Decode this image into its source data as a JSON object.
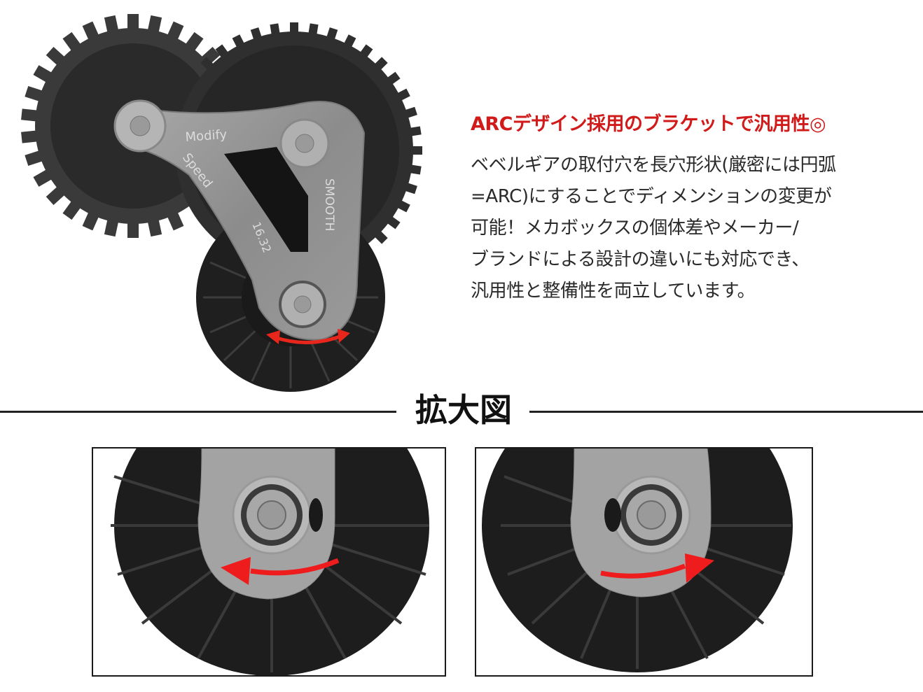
{
  "product_photo": {
    "alt": "Gear set with ARC bracket",
    "bracket_engravings": [
      "Modify",
      "Speed",
      "16.32",
      "SMOOTH"
    ],
    "arrow_icon": "double-headed-arc-arrow",
    "accent_color": "#e8261c"
  },
  "feature": {
    "heading": "ARCデザイン採用のブラケットで汎用性◎",
    "heading_color": "#d11a1a",
    "body_lines": [
      "ベベルギアの取付穴を長穴形状(厳密には円弧",
      "=ARC)にすることでディメンションの変更が",
      "可能！メカボックスの個体差やメーカー/",
      "ブランドによる設計の違いにも対応でき、",
      "汎用性と整備性を両立しています。"
    ]
  },
  "divider": {
    "title": "拡大図"
  },
  "zoom_panels": [
    {
      "position": "left",
      "arrow_direction": "left",
      "arrow_icon": "arc-arrow-left"
    },
    {
      "position": "right",
      "arrow_direction": "right",
      "arrow_icon": "arc-arrow-right"
    }
  ]
}
